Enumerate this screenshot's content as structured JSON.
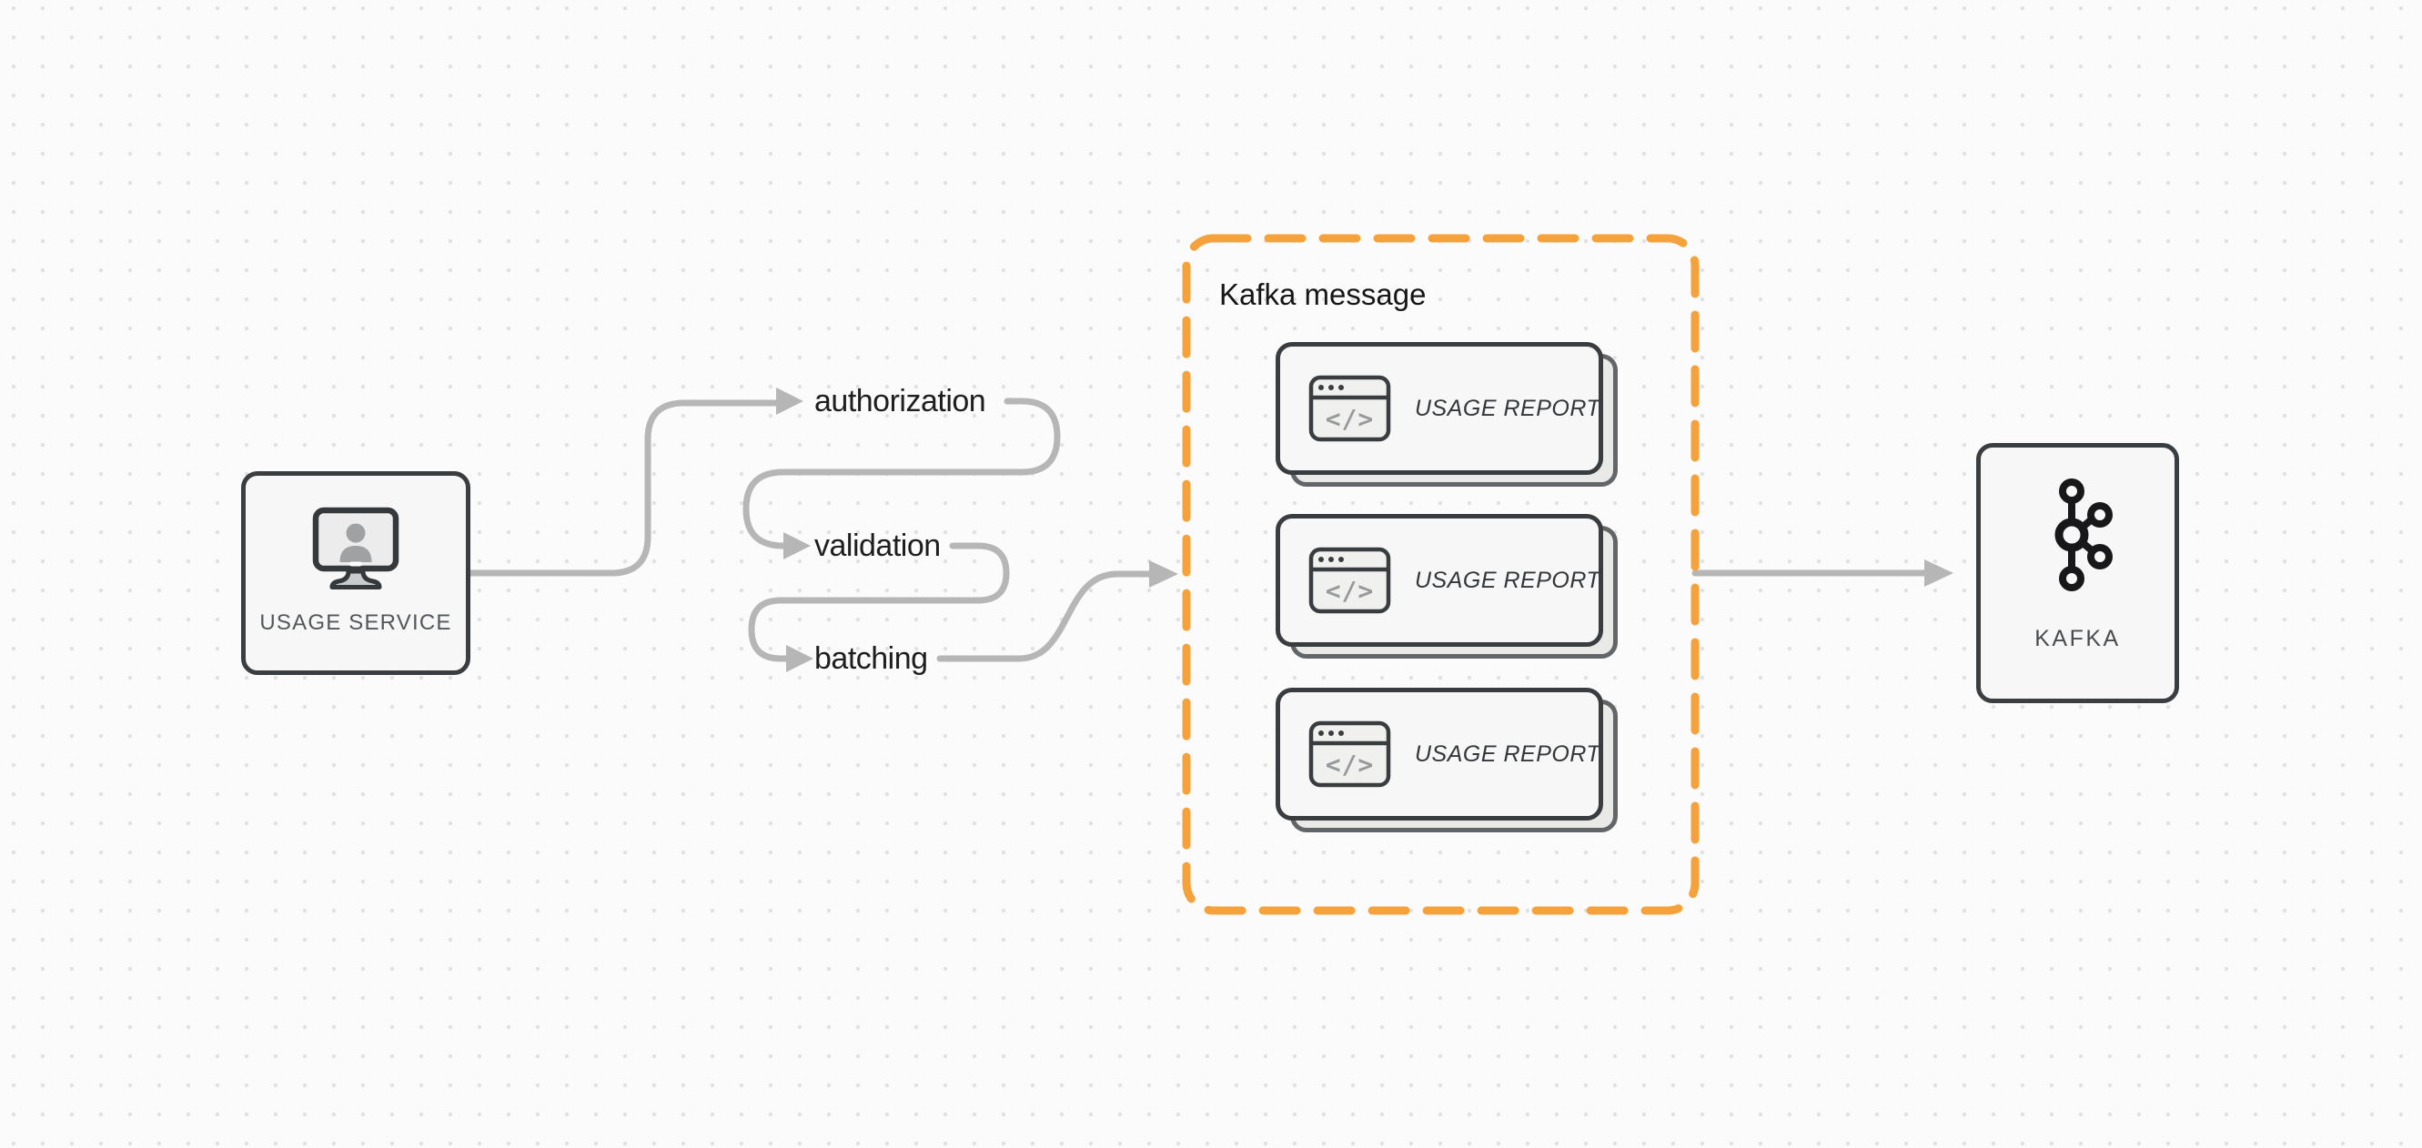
{
  "region": {
    "label": "Kafka message"
  },
  "nodes": {
    "usage_service": {
      "label": "USAGE SERVICE"
    },
    "kafka": {
      "label": "KAFKA"
    }
  },
  "steps": [
    {
      "label": "authorization"
    },
    {
      "label": "validation"
    },
    {
      "label": "batching"
    }
  ],
  "cards": [
    {
      "label": "USAGE REPORT",
      "icon_glyph": "</>"
    },
    {
      "label": "USAGE REPORT",
      "icon_glyph": "</>"
    },
    {
      "label": "USAGE REPORT",
      "icon_glyph": "</>"
    }
  ],
  "colors": {
    "accent_orange": "#F6A23C",
    "connector_gray": "#B6B6B6",
    "node_border": "#3A3E41",
    "node_fill": "#F6F7F6",
    "canvas_background": "#FBFBFB",
    "dot_grid": "#E0E0E0"
  }
}
